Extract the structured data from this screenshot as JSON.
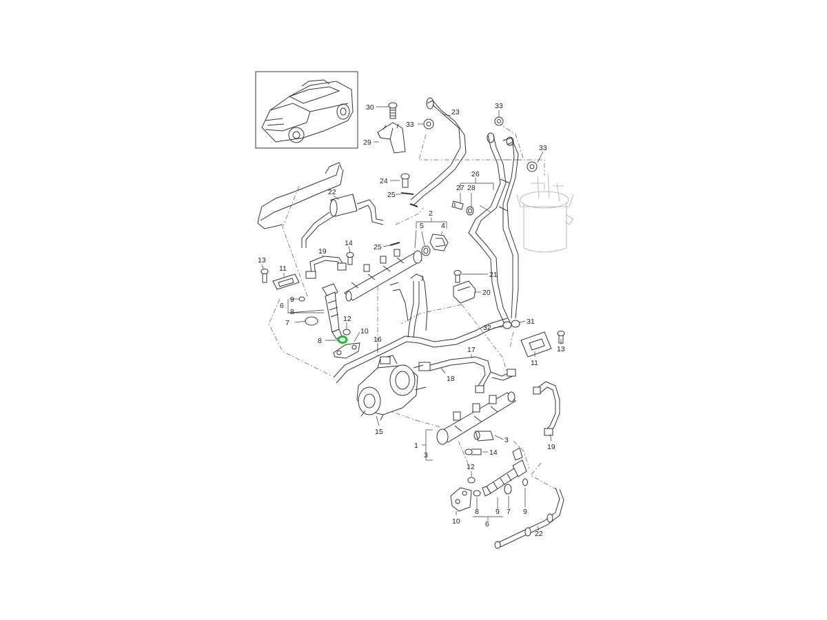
{
  "diagram": {
    "highlight_color": "#22bb33",
    "line_color": "#333333",
    "callouts": {
      "c30": "30",
      "c33a": "33",
      "c23": "23",
      "c33b": "33",
      "c29": "29",
      "c33c": "33",
      "c24": "24",
      "c25a": "25",
      "c22a": "22",
      "c26": "26",
      "c27": "27",
      "c28": "28",
      "c2": "2",
      "c5": "5",
      "c4": "4",
      "c14a": "14",
      "c25b": "25",
      "c19a": "19",
      "c13a": "13",
      "c11a": "11",
      "c21": "21",
      "c20": "20",
      "c9a": "9",
      "c6a": "6",
      "c8a": "8",
      "c7a": "7",
      "c12a": "12",
      "c10a": "10",
      "c8b": "8",
      "c16": "16",
      "c32": "32",
      "c31": "31",
      "c13b": "13",
      "c11b": "11",
      "c17": "17",
      "c18": "18",
      "c15": "15",
      "c1": "1",
      "c3a": "3",
      "c3b": "3",
      "c14b": "14",
      "c19b": "19",
      "c12b": "12",
      "c10b": "10",
      "c8c": "8",
      "c9b": "9",
      "c7b": "7",
      "c9c": "9",
      "c6b": "6",
      "c22b": "22"
    }
  }
}
